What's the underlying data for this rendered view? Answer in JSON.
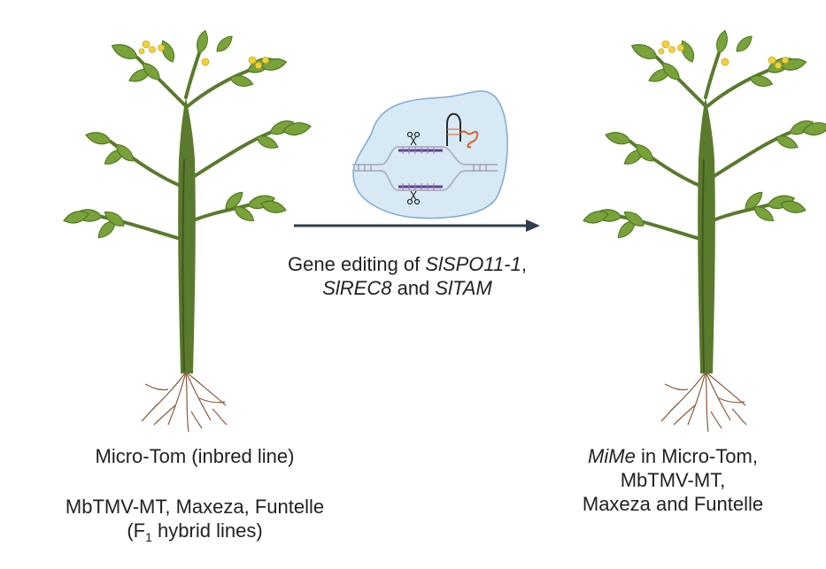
{
  "process": {
    "line1_prefix": "Gene editing of ",
    "line1_gene": "SlSPO11-1",
    "line1_suffix": ",",
    "line2_gene_a": "SlREC8",
    "line2_mid": " and ",
    "line2_gene_b": "SlTAM"
  },
  "left_caption": {
    "line1": "Micro-Tom (inbred line)",
    "line2": "MbTMV-MT, Maxeza, Funtelle",
    "line3_prefix": "(F",
    "line3_sub": "1",
    "line3_suffix": " hybrid lines)"
  },
  "right_caption": {
    "line1_italic": "MiMe",
    "line1_rest": " in Micro-Tom,",
    "line2": "MbTMV-MT,",
    "line3": "Maxeza and Funtelle"
  },
  "colors": {
    "stem": "#5a7a2e",
    "stem_dark": "#3f5a1e",
    "leaf": "#7aa23a",
    "leaf_dark": "#4f7a22",
    "flower": "#f2d23c",
    "root": "#8a5a3c",
    "arrow": "#2f3d4f",
    "cell_fill": "#d6e9f5",
    "cell_stroke": "#7fa9cf",
    "dna_gray": "#b0b6c0",
    "dna_purple": "#6a3e8e",
    "rna_orange": "#d9622a",
    "rna_dark": "#2a2a2a"
  },
  "icons": [
    "tomato-plant-icon",
    "scissors-icon",
    "guide-rna-icon",
    "dna-strand-icon"
  ]
}
